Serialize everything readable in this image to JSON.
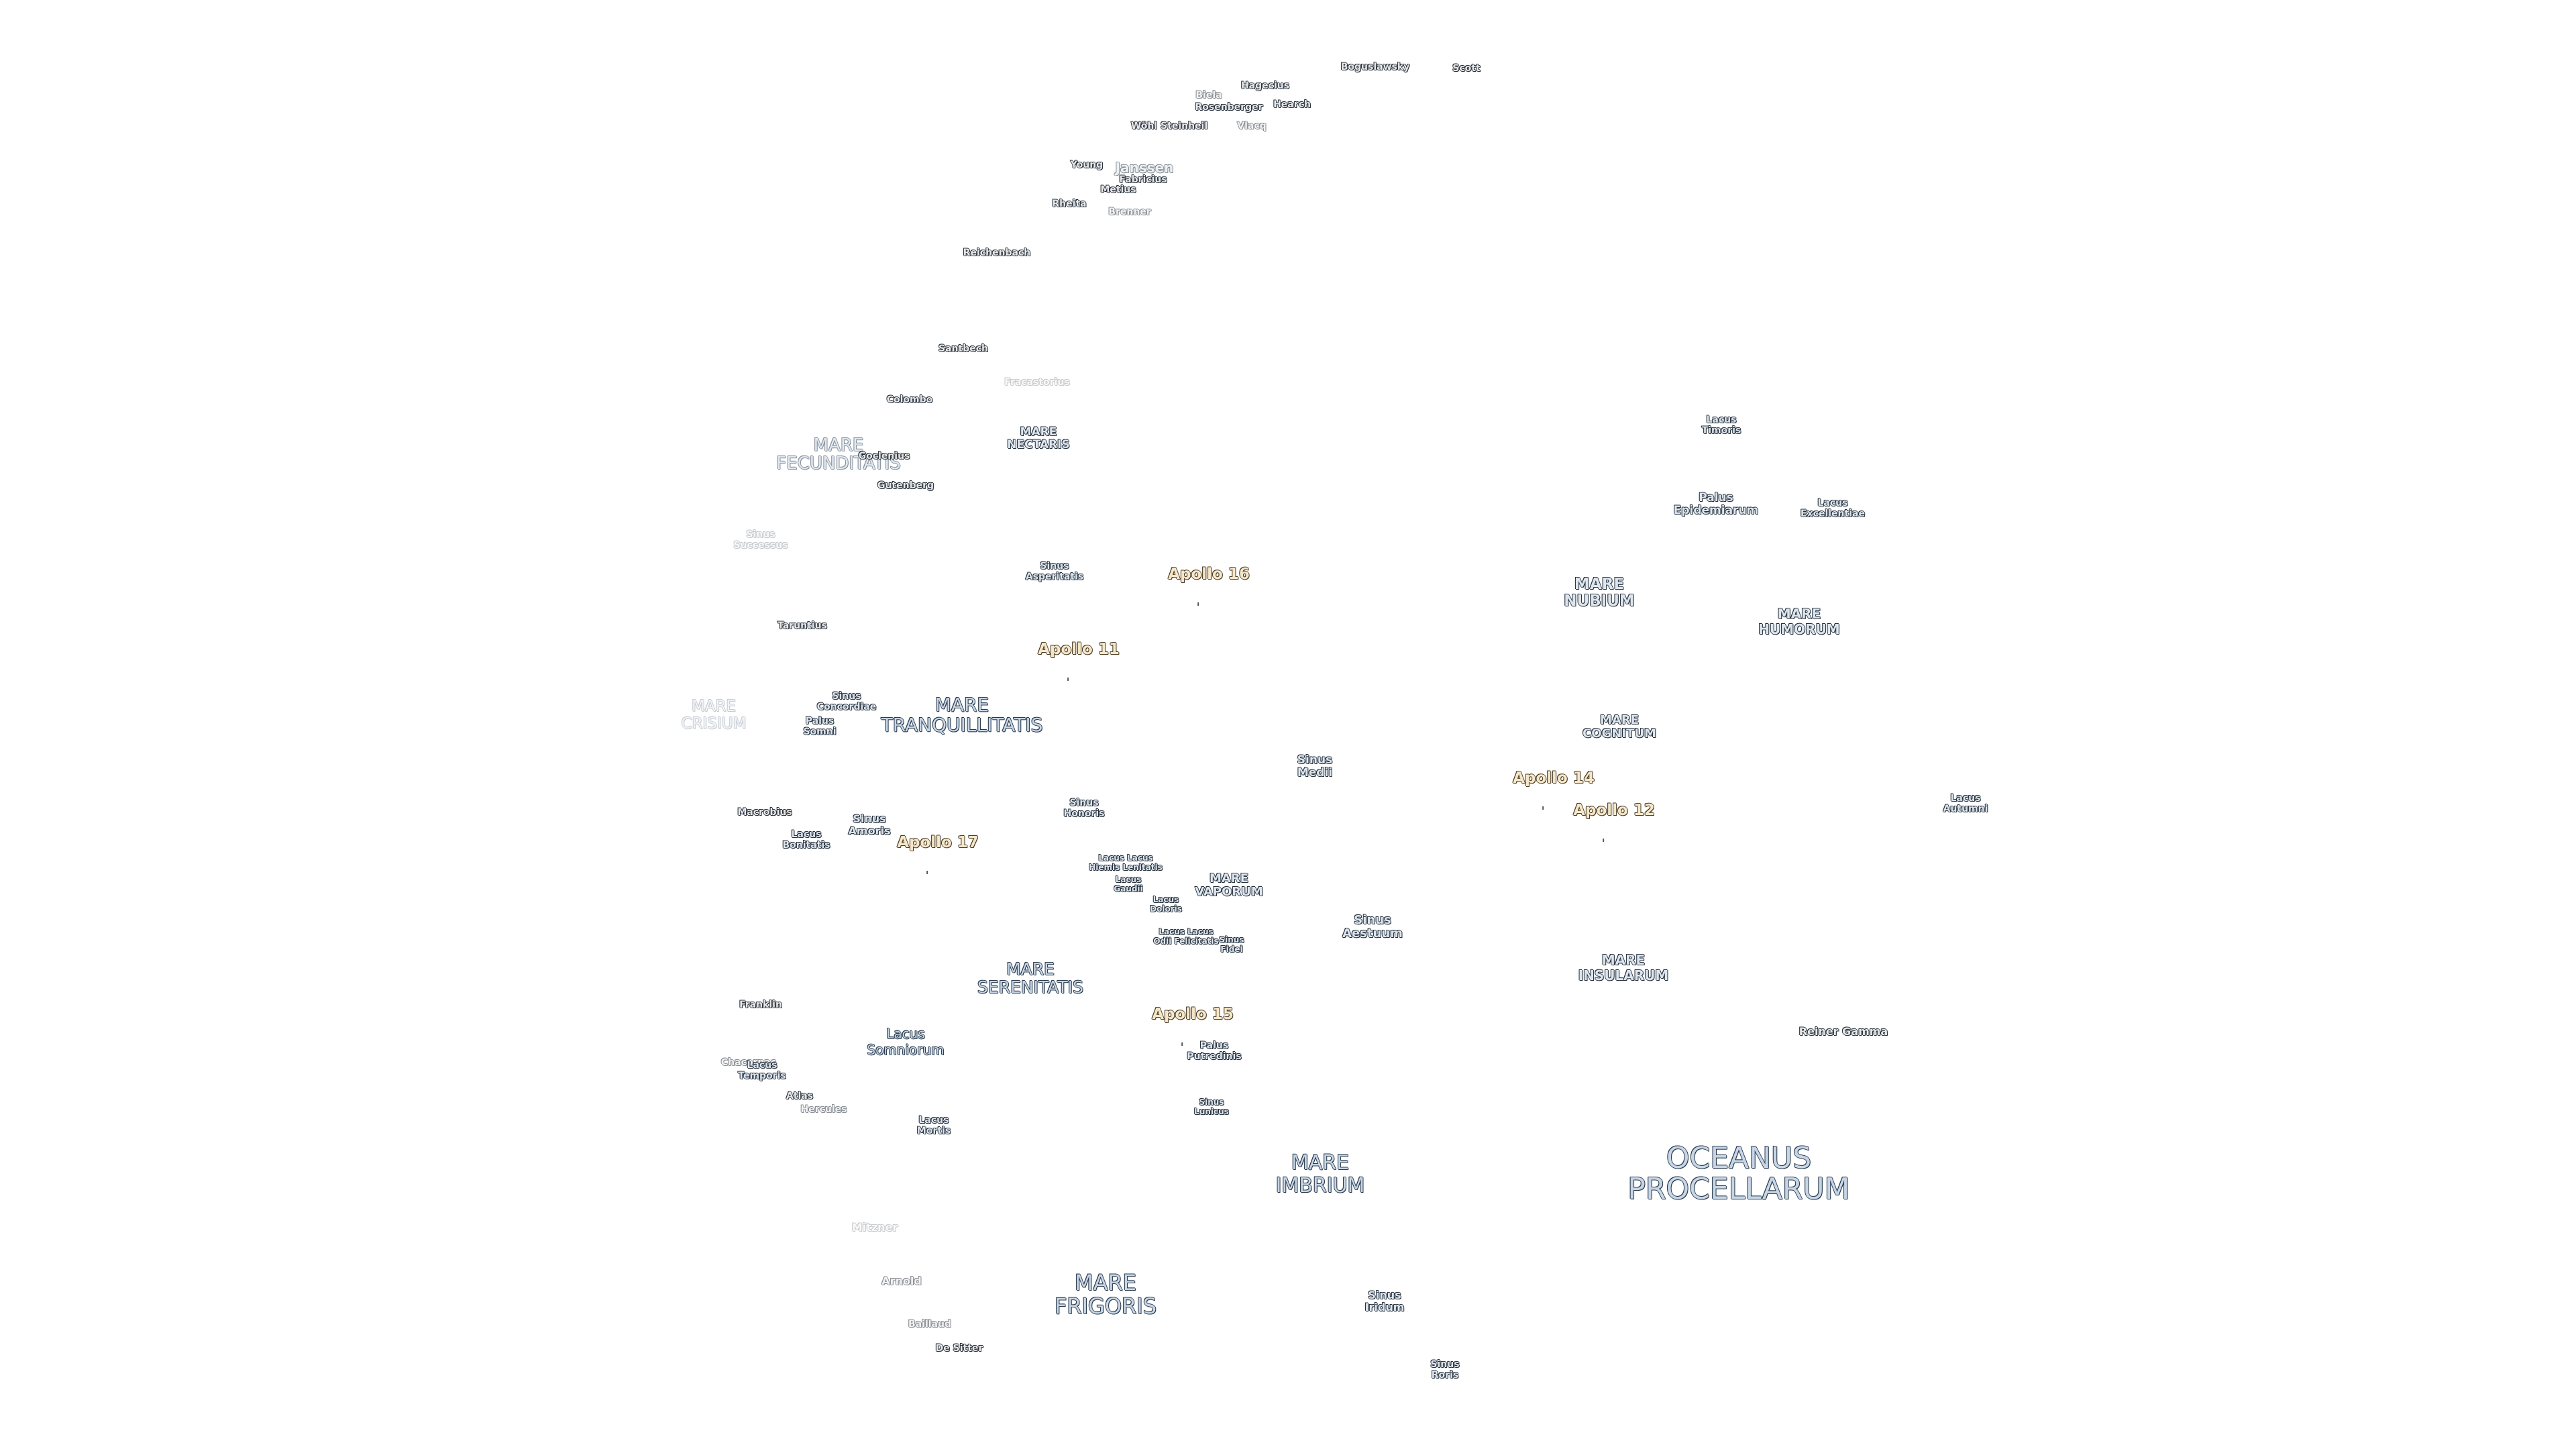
{
  "map": {
    "labels": [
      {
        "name": "Boguslawsky",
        "kind": "crater"
      },
      {
        "name": "Scott",
        "kind": "crater"
      },
      {
        "name": "Hagecius",
        "kind": "crater"
      },
      {
        "name": "Biela",
        "kind": "crater"
      },
      {
        "name": "Rosenberger",
        "kind": "crater"
      },
      {
        "name": "Hearch",
        "kind": "crater"
      },
      {
        "name": "Wöhl Steinheil",
        "kind": "crater"
      },
      {
        "name": "Vlacq",
        "kind": "crater"
      },
      {
        "name": "Young",
        "kind": "crater"
      },
      {
        "name": "Janssen",
        "kind": "crater"
      },
      {
        "name": "Fabricius",
        "kind": "crater"
      },
      {
        "name": "Metius",
        "kind": "crater"
      },
      {
        "name": "Rheita",
        "kind": "crater"
      },
      {
        "name": "Brenner",
        "kind": "crater"
      },
      {
        "name": "Reichenbach",
        "kind": "crater"
      },
      {
        "name": "Santbech",
        "kind": "crater"
      },
      {
        "name": "Fracastorius",
        "kind": "crater"
      },
      {
        "name": "Colombo",
        "kind": "crater"
      },
      {
        "name": "MARE\nFECUNDITATIS",
        "kind": "mare"
      },
      {
        "name": "Goclenius",
        "kind": "crater"
      },
      {
        "name": "MARE\nNECTARIS",
        "kind": "mare-small"
      },
      {
        "name": "Gutenberg",
        "kind": "crater"
      },
      {
        "name": "Sinus\nSuccessus",
        "kind": "sinus"
      },
      {
        "name": "Sinus\nAsperitatis",
        "kind": "sinus"
      },
      {
        "name": "Apollo 16",
        "kind": "apollo"
      },
      {
        "name": "Lacus\nTimoris",
        "kind": "lacus"
      },
      {
        "name": "Palus\nEpidemiarum",
        "kind": "palus"
      },
      {
        "name": "Lacus\nExcellentiae",
        "kind": "lacus"
      },
      {
        "name": "MARE\nNUBIUM",
        "kind": "mare-small"
      },
      {
        "name": "MARE\nHUMORUM",
        "kind": "mare-small"
      },
      {
        "name": "Taruntius",
        "kind": "crater"
      },
      {
        "name": "Apollo 11",
        "kind": "apollo"
      },
      {
        "name": "MARE\nCRISIUM",
        "kind": "mare"
      },
      {
        "name": "Sinus\nConcordiae",
        "kind": "sinus"
      },
      {
        "name": "Palus\nSomni",
        "kind": "palus"
      },
      {
        "name": "MARE\nTRANQUILLITATIS",
        "kind": "mare"
      },
      {
        "name": "MARE\nCOGNITUM",
        "kind": "mare-small"
      },
      {
        "name": "Sinus\nMedii",
        "kind": "sinus"
      },
      {
        "name": "Apollo 14",
        "kind": "apollo"
      },
      {
        "name": "Apollo 12",
        "kind": "apollo"
      },
      {
        "name": "Lacus\nAutumni",
        "kind": "lacus"
      },
      {
        "name": "Macrobius",
        "kind": "crater"
      },
      {
        "name": "Lacus\nBonitatis",
        "kind": "lacus"
      },
      {
        "name": "Sinus\nAmoris",
        "kind": "sinus"
      },
      {
        "name": "Apollo 17",
        "kind": "apollo"
      },
      {
        "name": "Sinus\nHonoris",
        "kind": "sinus"
      },
      {
        "name": "Lacus Lacus\nHiemis Lenitatis",
        "kind": "lacus"
      },
      {
        "name": "MARE\nVAPORUM",
        "kind": "mare-small"
      },
      {
        "name": "Lacus\nGaudii",
        "kind": "lacus"
      },
      {
        "name": "Lacus\nDoloris",
        "kind": "lacus"
      },
      {
        "name": "Sinus\nAestuum",
        "kind": "sinus"
      },
      {
        "name": "Lacus Lacus\nOdii Felicitatis",
        "kind": "lacus"
      },
      {
        "name": "Sinus\nFidei",
        "kind": "sinus"
      },
      {
        "name": "MARE\nINSULARUM",
        "kind": "mare-small"
      },
      {
        "name": "MARE\nSERENITATIS",
        "kind": "mare"
      },
      {
        "name": "Franklin",
        "kind": "crater"
      },
      {
        "name": "Apollo 15",
        "kind": "apollo"
      },
      {
        "name": "Reiner Gamma",
        "kind": "crater"
      },
      {
        "name": "Lacus\nSomniorum",
        "kind": "lacus-mid"
      },
      {
        "name": "Palus\nPutredinis",
        "kind": "palus"
      },
      {
        "name": "Chacornac",
        "kind": "crater"
      },
      {
        "name": "Lacus\nTemporis",
        "kind": "lacus"
      },
      {
        "name": "Atlas",
        "kind": "crater"
      },
      {
        "name": "Hercules",
        "kind": "crater"
      },
      {
        "name": "Sinus\nLunicus",
        "kind": "sinus"
      },
      {
        "name": "Lacus\nMortis",
        "kind": "lacus"
      },
      {
        "name": "MARE\nIMBRIUM",
        "kind": "mare"
      },
      {
        "name": "OCEANUS\nPROCELLARUM",
        "kind": "oceanus"
      },
      {
        "name": "Mitzner",
        "kind": "crater"
      },
      {
        "name": "Arnold",
        "kind": "crater"
      },
      {
        "name": "MARE\nFRIGORIS",
        "kind": "mare"
      },
      {
        "name": "Sinus\nIridum",
        "kind": "sinus"
      },
      {
        "name": "Baillaud",
        "kind": "crater"
      },
      {
        "name": "De Sitter",
        "kind": "crater"
      },
      {
        "name": "Sinus\nRoris",
        "kind": "sinus"
      }
    ]
  }
}
